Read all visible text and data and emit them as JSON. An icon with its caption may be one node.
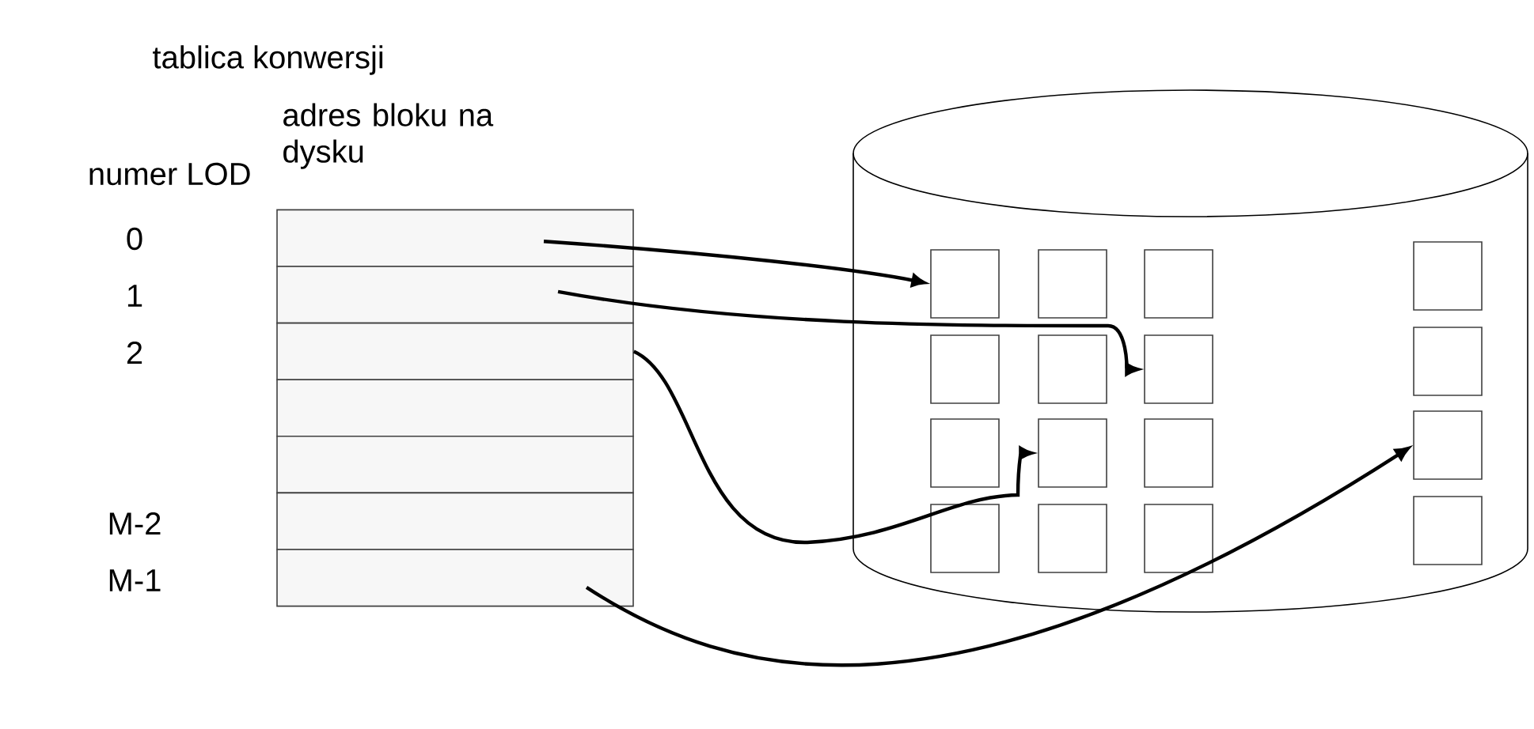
{
  "diagram": {
    "nodes": [
      {
        "text": [],
        "shape": "cylinder"
      },
      {
        "text": [],
        "shape": "box"
      },
      {
        "text": [],
        "shape": "box"
      },
      {
        "text": [],
        "shape": "box"
      },
      {
        "text": [],
        "shape": "box"
      },
      {
        "text": [],
        "shape": "box"
      },
      {
        "text": [],
        "shape": "box"
      },
      {
        "text": [],
        "shape": "box"
      },
      {
        "text": [],
        "shape": "box",
        "in": 0
      },
      {
        "text": [],
        "shape": "box",
        "in": 0
      },
      {
        "text": [],
        "shape": "box",
        "in": 0
      },
      {
        "text": [],
        "shape": "box",
        "in": 0
      },
      {
        "text": [],
        "shape": "box",
        "in": 0
      },
      {
        "text": [],
        "shape": "box",
        "in": 0
      },
      {
        "text": [],
        "shape": "box",
        "in": 0
      },
      {
        "text": [],
        "shape": "box",
        "in": 0
      },
      {
        "text": [],
        "shape": "box",
        "in": 0
      },
      {
        "text": [],
        "shape": "box",
        "in": 0
      },
      {
        "text": [],
        "shape": "box",
        "in": 0
      },
      {
        "text": [],
        "shape": "box",
        "in": 0
      },
      {
        "text": [],
        "shape": "box",
        "in": 0
      },
      {
        "text": [],
        "shape": "box",
        "in": 0
      },
      {
        "text": [],
        "shape": "box",
        "in": 0
      },
      {
        "text": [],
        "shape": "box",
        "in": 0
      }
    ],
    "edges": [
      {
        "from": 1,
        "to": 8,
        "arrow": "to"
      },
      {
        "from": 2,
        "to": 14,
        "arrow": "to"
      },
      {
        "from": 3,
        "to": 17,
        "arrow": "to"
      },
      {
        "from": 7,
        "to": 19,
        "arrow": "to"
      }
    ],
    "labels": [
      "tablica konwersji",
      "adres bloku na dysku",
      "numer LOD",
      "0",
      "1",
      "2",
      "M-2",
      "M-1"
    ]
  }
}
